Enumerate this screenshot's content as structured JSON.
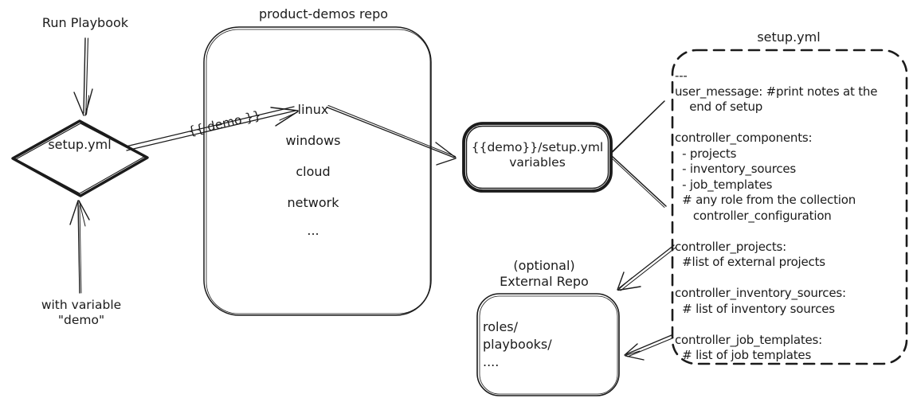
{
  "colors": {
    "ink": "#1b1b1b",
    "background": "#ffffff"
  },
  "left_flow": {
    "run_playbook": "Run Playbook",
    "trigger_note": "with variable\n\"demo\"",
    "diamond_label": "setup.yml",
    "demo_arrow_label": "{{ demo }}"
  },
  "repo": {
    "title": "product-demos repo",
    "items": [
      "linux",
      "windows",
      "cloud",
      "network",
      "..."
    ]
  },
  "variables_box": {
    "label": "{{demo}}/setup.yml\nvariables"
  },
  "setup_box": {
    "title": "setup.yml",
    "yaml": "---\nuser_message: #print notes at the\n    end of setup\n\ncontroller_components:\n  - projects\n  - inventory_sources\n  - job_templates\n  # any role from the collection\n     controller_configuration\n\ncontroller_projects:\n  #list of external projects\n\ncontroller_inventory_sources:\n  # list of inventory sources\n\ncontroller_job_templates:\n  # list of job templates"
  },
  "external_repo": {
    "title": "(optional)\nExternal Repo",
    "listing": "roles/\nplaybooks/\n...."
  }
}
